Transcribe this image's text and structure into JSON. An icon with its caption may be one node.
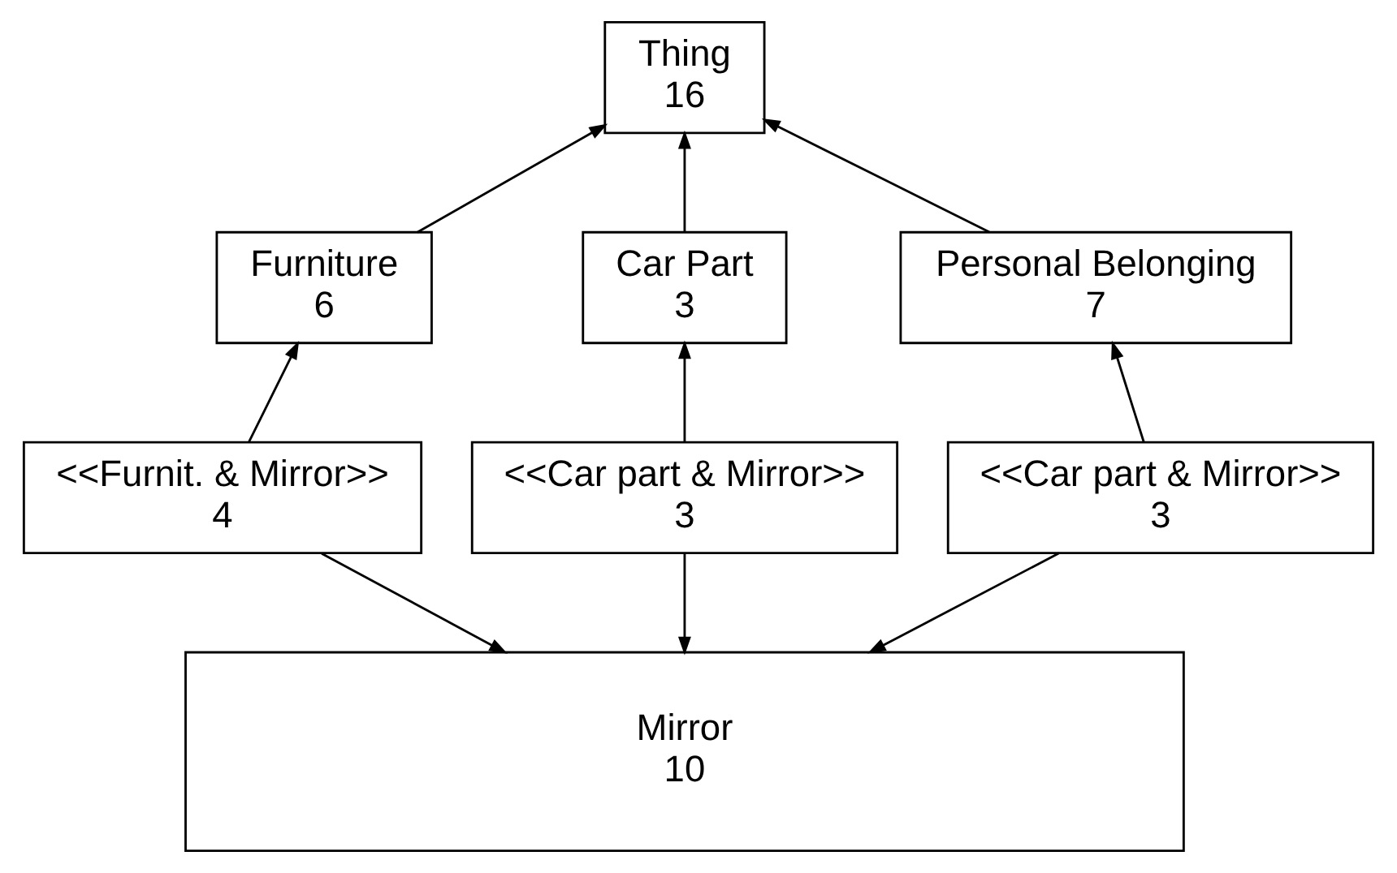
{
  "diagram": {
    "nodes": [
      {
        "text": [
          "Thing",
          "16"
        ]
      },
      {
        "text": [
          "Furniture",
          "6"
        ]
      },
      {
        "text": [
          "Car Part",
          "3"
        ]
      },
      {
        "text": [
          "Personal Belonging",
          "7"
        ]
      },
      {
        "text": [
          "<<Furnit. & Mirror>>",
          "4"
        ]
      },
      {
        "text": [
          "<<Car part & Mirror>>",
          "3"
        ]
      },
      {
        "text": [
          "<<Car part & Mirror>>",
          "3"
        ]
      },
      {
        "text": [
          "Mirror",
          "10"
        ]
      }
    ],
    "edges": [
      {
        "from": 1,
        "to": 0,
        "arrow": "to"
      },
      {
        "from": 2,
        "to": 0,
        "arrow": "to"
      },
      {
        "from": 3,
        "to": 0,
        "arrow": "to"
      },
      {
        "from": 4,
        "to": 1,
        "arrow": "to"
      },
      {
        "from": 5,
        "to": 2,
        "arrow": "to"
      },
      {
        "from": 6,
        "to": 3,
        "arrow": "to"
      },
      {
        "from": 4,
        "to": 7,
        "arrow": "to"
      },
      {
        "from": 5,
        "to": 7,
        "arrow": "to"
      },
      {
        "from": 6,
        "to": 7,
        "arrow": "to"
      }
    ]
  }
}
